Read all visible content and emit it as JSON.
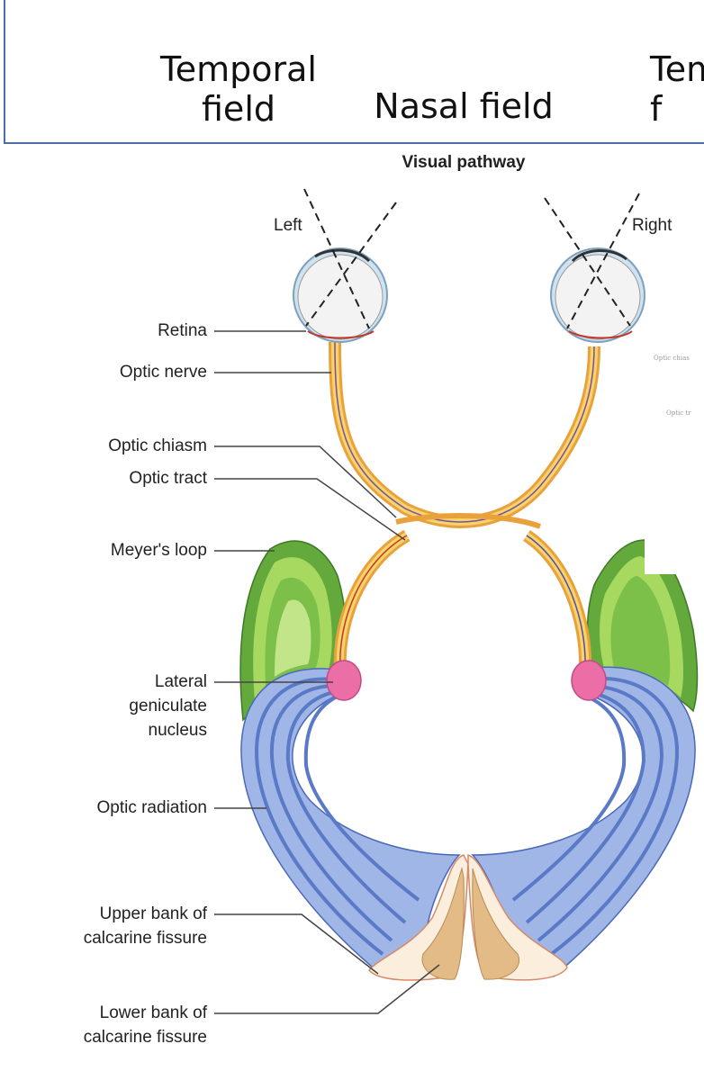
{
  "header": {
    "left_field": "Temporal\nfield",
    "center_field": "Nasal field",
    "right_field_partial": "Tem\nf"
  },
  "diagram": {
    "title": "Visual pathway",
    "eyes": {
      "left": "Left",
      "right": "Right"
    },
    "labels": {
      "retina": "Retina",
      "optic_nerve": "Optic nerve",
      "optic_chiasm": "Optic chiasm",
      "optic_tract": "Optic tract",
      "meyers_loop": "Meyer's loop",
      "lgn_1": "Lateral",
      "lgn_2": "geniculate",
      "lgn_3": "nucleus",
      "optic_radiation": "Optic radiation",
      "upper_bank_1": "Upper bank of",
      "upper_bank_2": "calcarine fissure",
      "lower_bank_1": "Lower bank of",
      "lower_bank_2": "calcarine fissure"
    },
    "tiny_labels": {
      "a": "Optic chias",
      "b": "Optic tr"
    }
  },
  "colors": {
    "frame": "#4a6ea8",
    "meyer_green": "#7cc04a",
    "radiation_blue": "#aabfe6",
    "nerve_yellow": "#f2c14e",
    "lgn_pink": "#ec6ea6",
    "calcarine_tan": "#e2bb86"
  }
}
